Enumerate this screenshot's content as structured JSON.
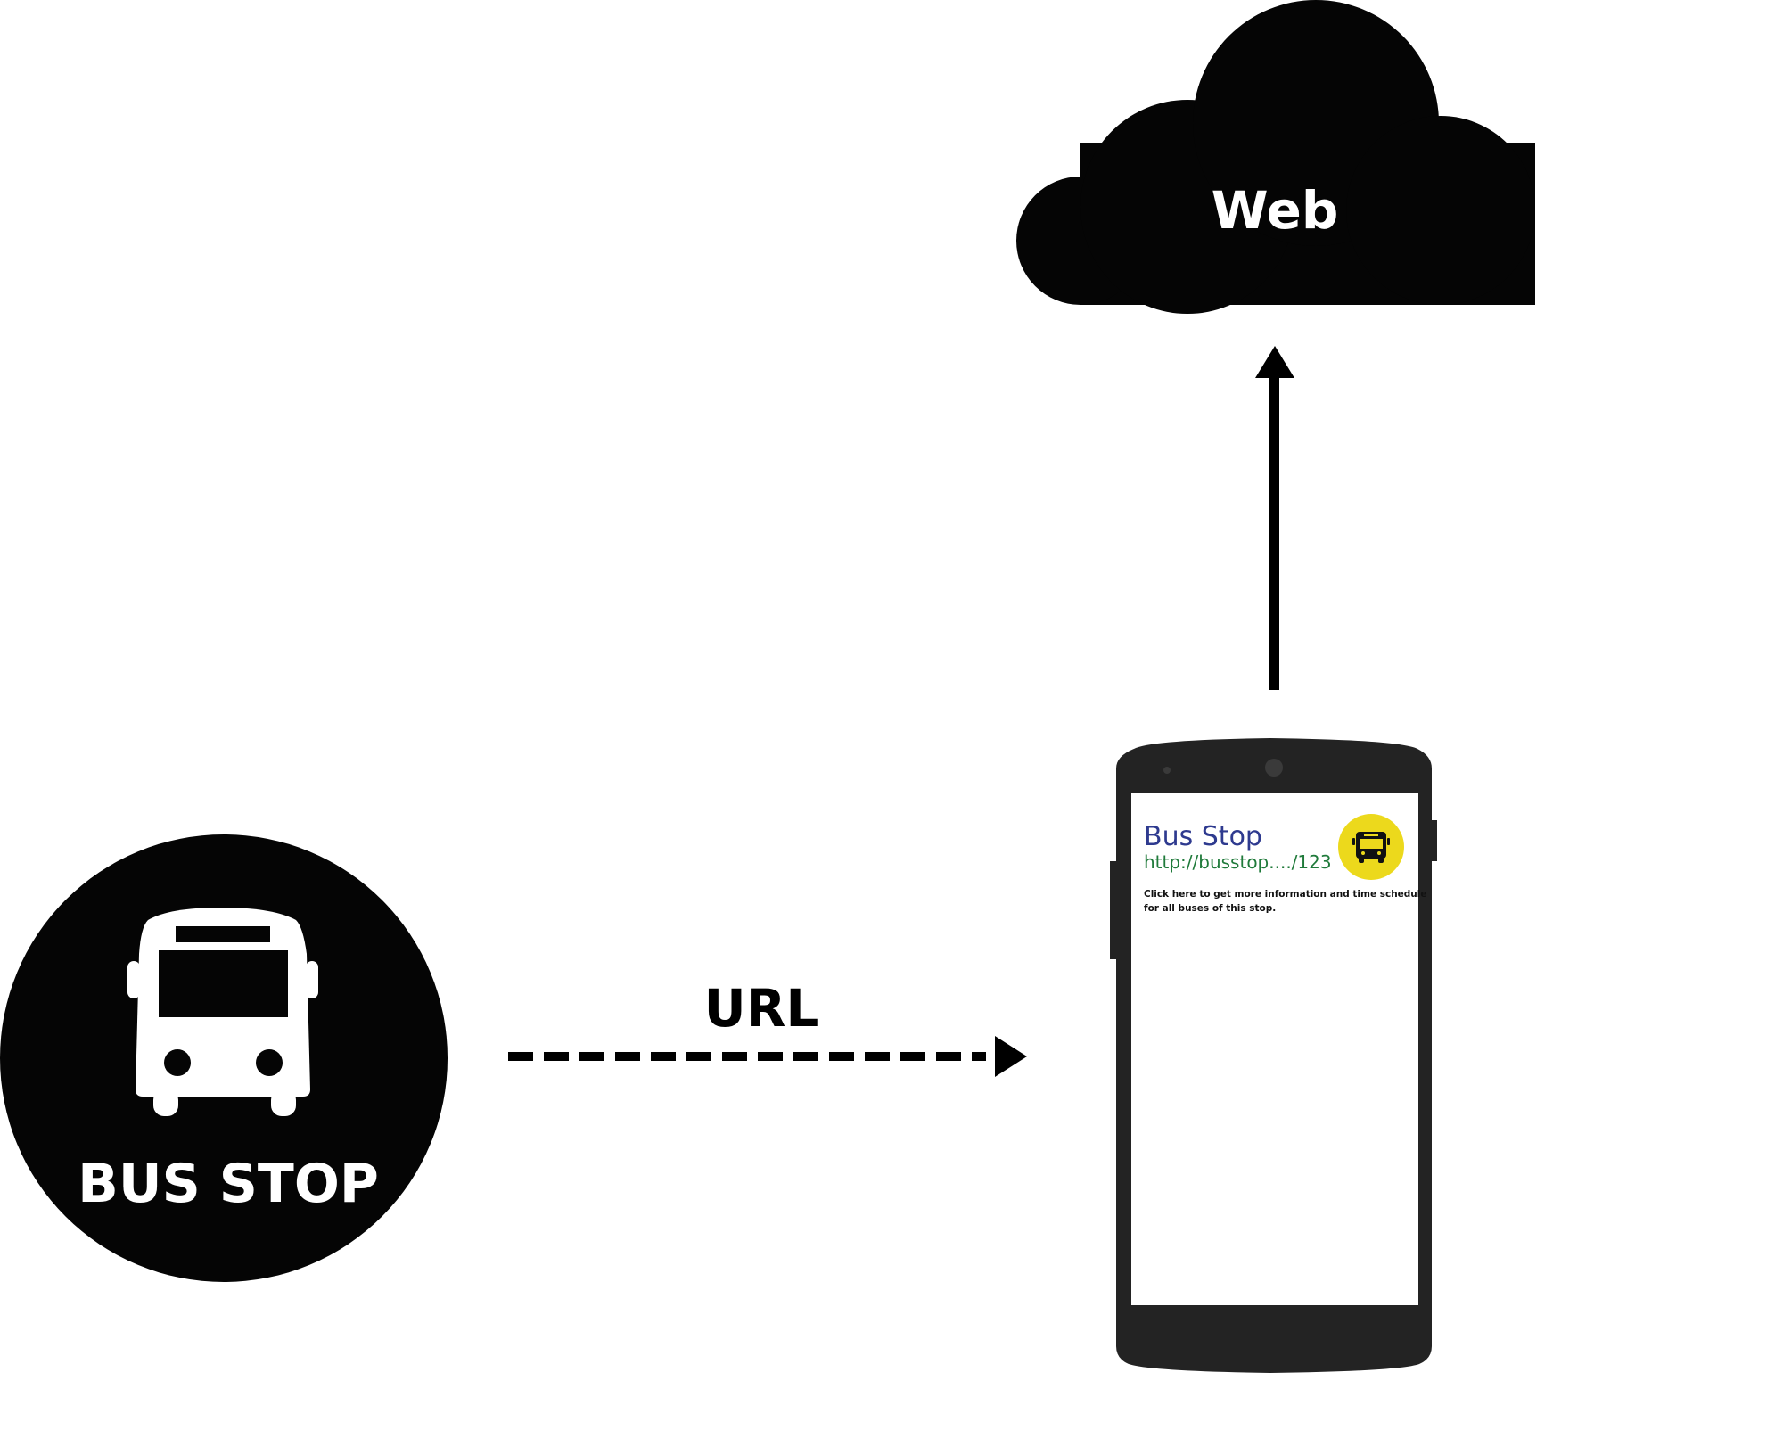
{
  "web_node": {
    "label": "Web"
  },
  "bus_stop_node": {
    "label": "BUS STOP"
  },
  "edge_url": {
    "label": "URL"
  },
  "phone_screen": {
    "title": "Bus Stop",
    "url": "http://busstop..../123",
    "description_line1": "Click here to get more information and time schedule",
    "description_line2": "for all buses of this stop."
  },
  "colors": {
    "node_fill": "#050505",
    "phone_body": "#232323",
    "badge_yellow": "#ecd91c",
    "title_blue": "#2e3a8f",
    "url_green": "#1f7a3a"
  },
  "icons": [
    "cloud-icon",
    "bus-icon",
    "smartphone-icon",
    "bus-badge-icon",
    "arrow-up-icon",
    "dashed-arrow-right-icon"
  ]
}
